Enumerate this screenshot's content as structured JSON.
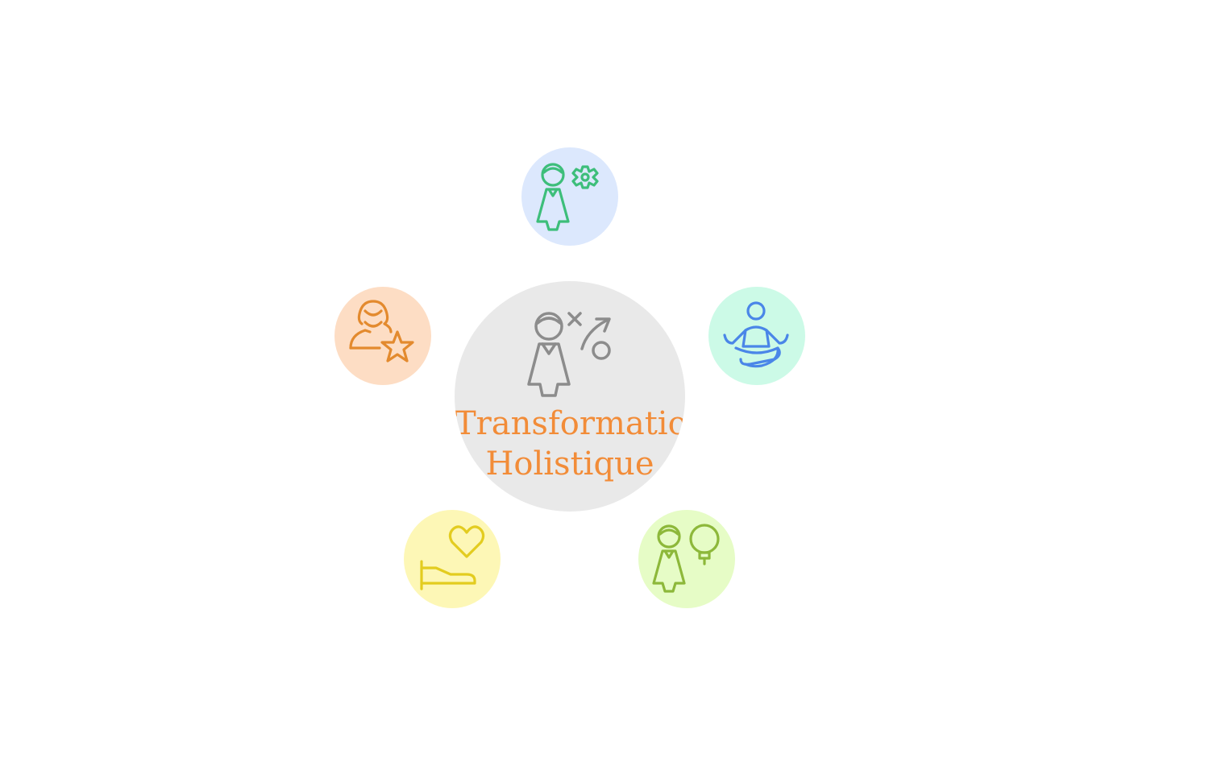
{
  "center": {
    "title_line1": "Transformation",
    "title_line2": "Holistique",
    "icon": "coach-strategy-icon",
    "title_color": "#F28C38",
    "bg_color": "#E9E9E9",
    "icon_color": "#8C8C8C"
  },
  "nodes": [
    {
      "id": "top",
      "icon": "person-gear-icon",
      "bg_color": "#DCE8FD",
      "icon_color": "#3DBE7A"
    },
    {
      "id": "right",
      "icon": "meditation-icon",
      "bg_color": "#CCFAE7",
      "icon_color": "#4A86E8"
    },
    {
      "id": "bottom-right",
      "icon": "person-lightbulb-icon",
      "bg_color": "#E6FCC6",
      "icon_color": "#8DB83A"
    },
    {
      "id": "bottom-left",
      "icon": "bed-heart-icon",
      "bg_color": "#FDF7B6",
      "icon_color": "#E3CC1F"
    },
    {
      "id": "left",
      "icon": "woman-star-icon",
      "bg_color": "#FDDDC4",
      "icon_color": "#E38A2E"
    }
  ]
}
